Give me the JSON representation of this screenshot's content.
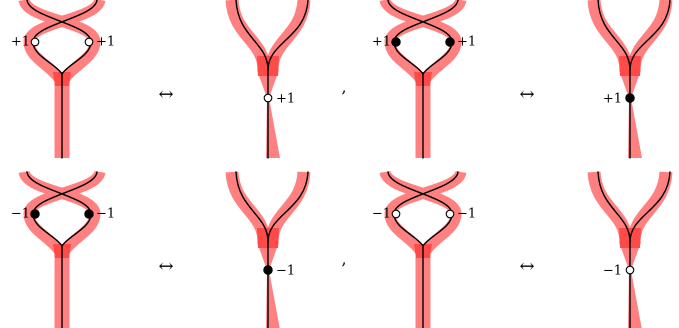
{
  "colors": {
    "band": "#ff8080",
    "band_overlap": "#ff4a4a",
    "strand": "#000000",
    "background": "#ffffff"
  },
  "symbols": {
    "equivalence": "↔",
    "separator": ","
  },
  "rows": [
    {
      "left_pair": {
        "crossing": {
          "left_dot": "open",
          "left_label": "+1",
          "right_dot": "open",
          "right_label": "+1"
        },
        "vertex": {
          "dot": "open",
          "label": "+1",
          "label_side": "right"
        }
      },
      "right_pair": {
        "crossing": {
          "left_dot": "filled",
          "left_label": "+1",
          "right_dot": "filled",
          "right_label": "+1"
        },
        "vertex": {
          "dot": "filled",
          "label": "+1",
          "label_side": "left"
        }
      }
    },
    {
      "left_pair": {
        "crossing": {
          "left_dot": "filled",
          "left_label": "−1",
          "right_dot": "filled",
          "right_label": "−1"
        },
        "vertex": {
          "dot": "filled",
          "label": "−1",
          "label_side": "right"
        }
      },
      "right_pair": {
        "crossing": {
          "left_dot": "open",
          "left_label": "−1",
          "right_dot": "open",
          "right_label": "−1"
        },
        "vertex": {
          "dot": "open",
          "label": "−1",
          "label_side": "left"
        }
      }
    }
  ]
}
